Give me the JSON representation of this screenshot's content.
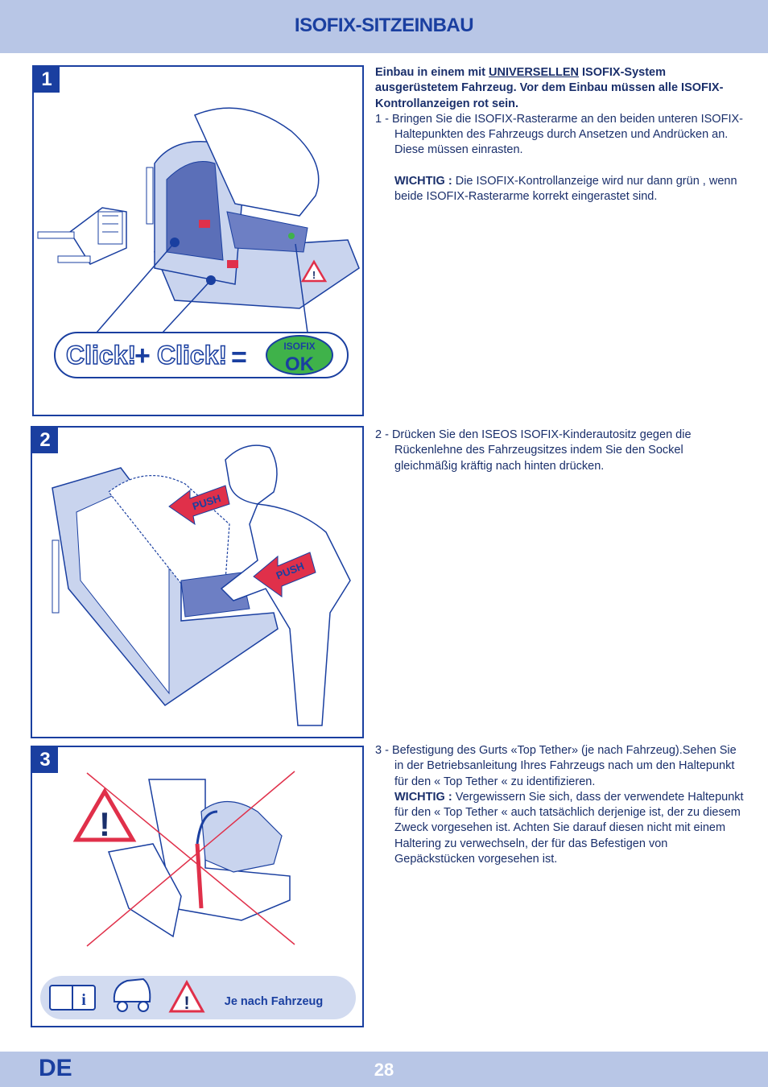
{
  "header": {
    "title": "ISOFIX-SITZEINBAU"
  },
  "footer": {
    "lang": "DE",
    "page": "28"
  },
  "colors": {
    "accent": "#1a3fa0",
    "band": "#b8c6e6",
    "red": "#e0304a",
    "green": "#3fb24a"
  },
  "step1": {
    "num": "1",
    "intro_pre": "Einbau in einem mit ",
    "intro_u": "UNIVERSELLEN",
    "intro_post": " ISOFIX-System ausgerüstetem Fahrzeug. Vor dem Einbau müssen alle ISOFIX-Kontrollanzeigen rot sein.",
    "item": "1 - Bringen Sie die ISOFIX-Rasterarme an den beiden unteren ISOFIX-Haltepunkten des Fahrzeugs durch Ansetzen und Andrücken an. Diese müssen einrasten.",
    "important_label": "WICHTIG :",
    "important_text": " Die ISOFIX-Kontrollanzeige wird nur dann grün , wenn beide ISOFIX-Rasterarme korrekt eingerastet sind.",
    "click1": "Click!",
    "plus": "+",
    "click2": "Click!",
    "equals": "=",
    "badge_top": "ISOFIX",
    "badge_bottom": "OK",
    "warn": "!"
  },
  "step2": {
    "num": "2",
    "item": "2 - Drücken Sie den ISEOS ISOFIX-Kinderautositz gegen die Rückenlehne des Fahrzeugsitzes indem Sie den Sockel gleichmäßig kräftig nach hinten drücken.",
    "push1": "PUSH",
    "push2": "PUSH"
  },
  "step3": {
    "num": "3",
    "item": "3 - Befestigung des Gurts «Top Tether» (je nach Fahrzeug).Sehen Sie in der Betriebsanleitung Ihres Fahrzeugs nach um den Haltepunkt für den « Top Tether « zu identifizieren.",
    "important_label": "WICHTIG :",
    "important_text": " Vergewissern Sie sich, dass der verwendete Haltepunkt für den « Top Tether « auch tatsächlich derjenige ist, der zu diesem Zweck vorgesehen ist. Achten Sie darauf diesen nicht mit einem Haltering zu verwechseln, der für das Befestigen von Gepäckstücken vorgesehen ist.",
    "warn": "!",
    "footer_label": "Je nach Fahrzeug",
    "book_icon_text": "i"
  }
}
